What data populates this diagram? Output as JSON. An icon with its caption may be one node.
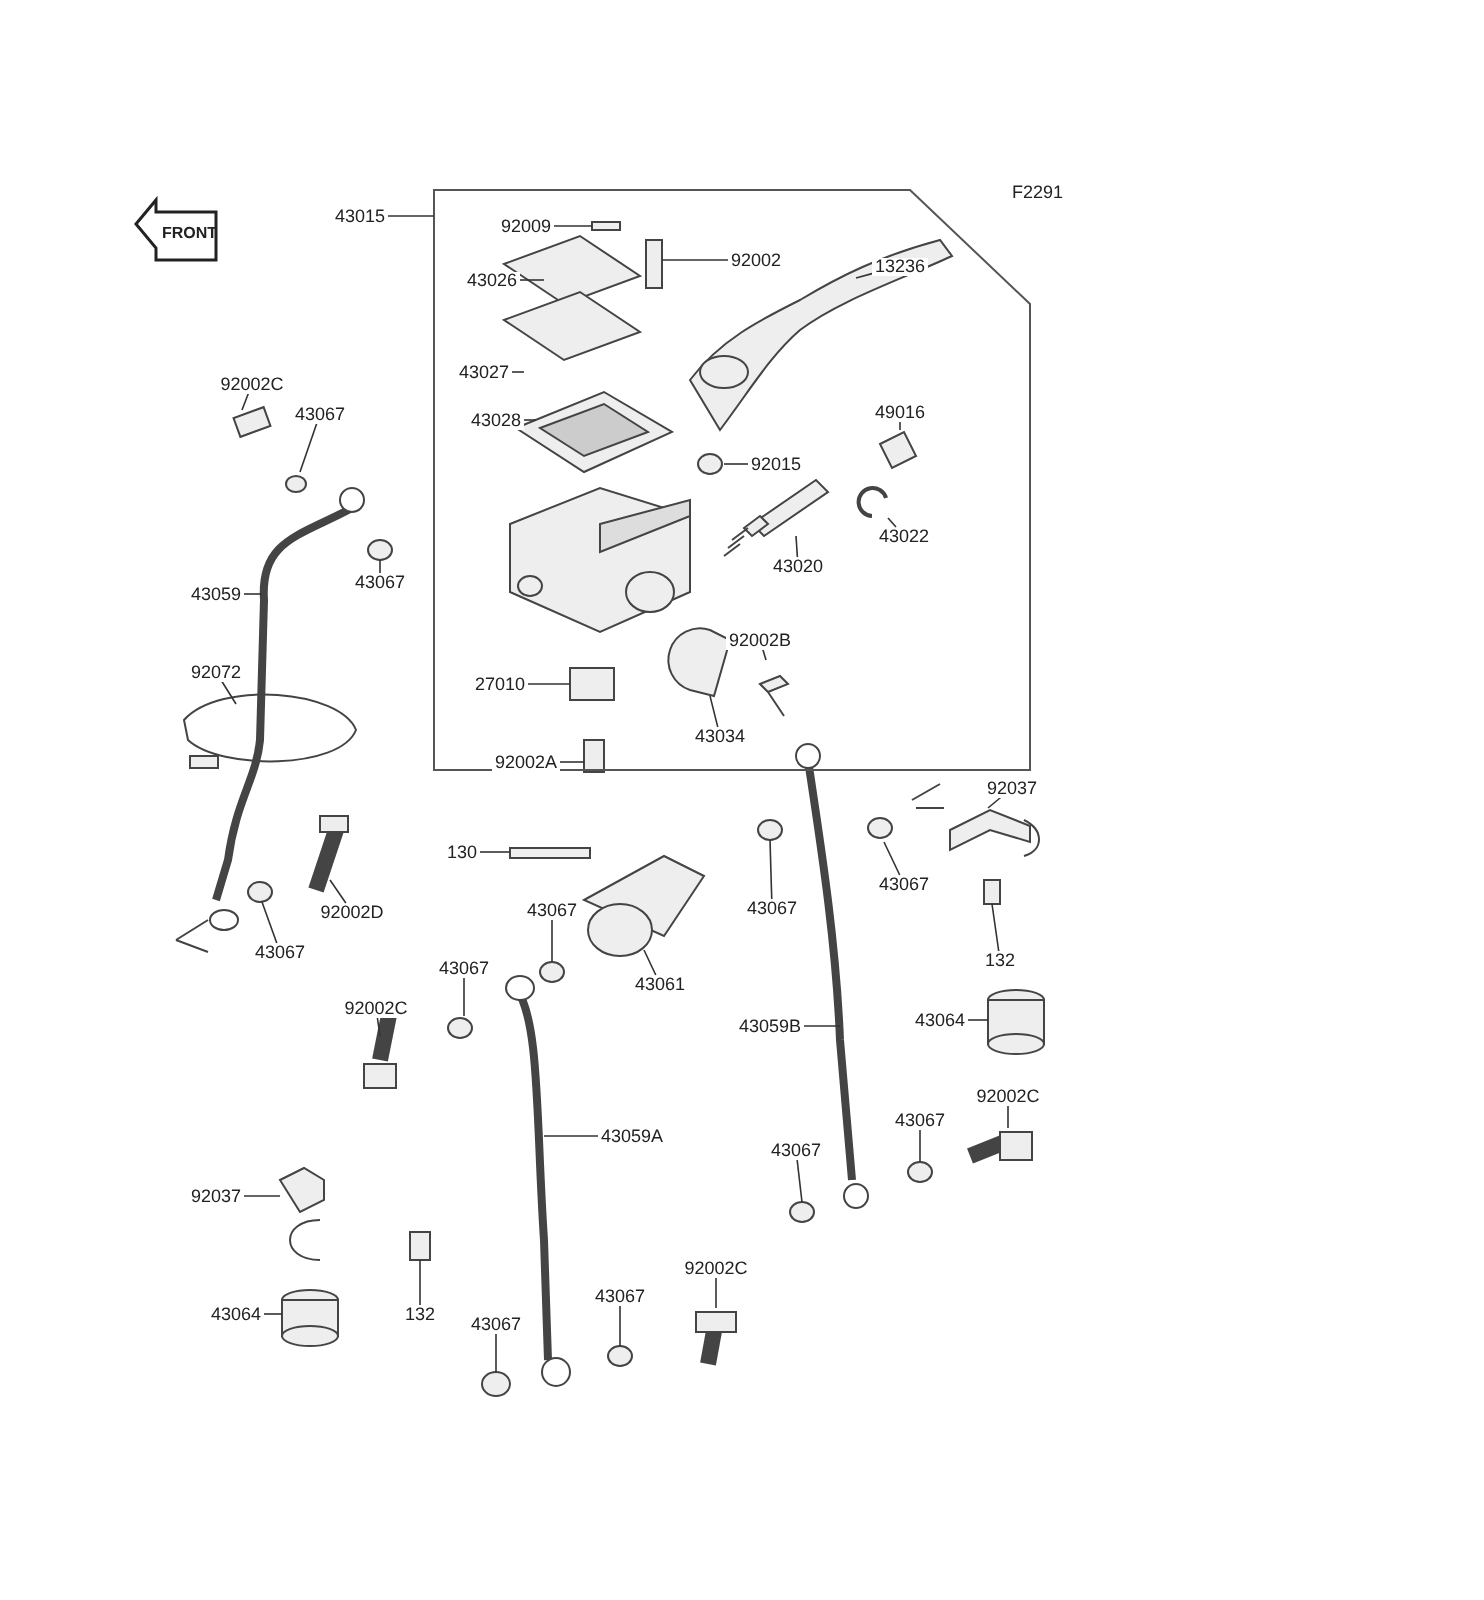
{
  "diagram": {
    "nodes": [
      {
        "text": [],
        "shape": "box"
      },
      {
        "text": [
          "92009"
        ],
        "in": 0
      },
      {
        "text": [
          "43026"
        ],
        "in": 0
      },
      {
        "text": [
          "92002"
        ],
        "in": 0
      },
      {
        "text": [
          "13236"
        ],
        "in": 0
      },
      {
        "text": [
          "43027"
        ],
        "in": 0
      },
      {
        "text": [
          "43028"
        ],
        "in": 0
      },
      {
        "text": [
          "49016"
        ],
        "in": 0
      },
      {
        "text": [
          "92015"
        ],
        "in": 0
      },
      {
        "text": [
          "43022"
        ],
        "in": 0
      },
      {
        "text": [
          "43020"
        ],
        "in": 0
      },
      {
        "text": [
          "92002B"
        ],
        "in": 0
      },
      {
        "text": [
          "27010"
        ],
        "in": 0
      },
      {
        "text": [
          "43034"
        ],
        "in": 0
      },
      {
        "text": [
          "92002A"
        ],
        "in": 0
      },
      {
        "text": [
          "43015"
        ]
      },
      {
        "text": [
          "92002C"
        ]
      },
      {
        "text": [
          "43067"
        ]
      },
      {
        "text": [
          "43067"
        ]
      },
      {
        "text": [
          "43059"
        ]
      },
      {
        "text": [
          "92072"
        ]
      },
      {
        "text": [
          "92037"
        ]
      },
      {
        "text": [
          "43067"
        ]
      },
      {
        "text": [
          "130"
        ]
      },
      {
        "text": [
          "43067"
        ]
      },
      {
        "text": [
          "92002D"
        ]
      },
      {
        "text": [
          "43067"
        ]
      },
      {
        "text": [
          "43067"
        ]
      },
      {
        "text": [
          "43067"
        ]
      },
      {
        "text": [
          "43061"
        ]
      },
      {
        "text": [
          "132"
        ]
      },
      {
        "text": [
          "92002C"
        ]
      },
      {
        "text": [
          "43064"
        ]
      },
      {
        "text": [
          "43059B"
        ]
      },
      {
        "text": [
          "92002C"
        ]
      },
      {
        "text": [
          "43067"
        ]
      },
      {
        "text": [
          "43059A"
        ]
      },
      {
        "text": [
          "43067"
        ]
      },
      {
        "text": [
          "92037"
        ]
      },
      {
        "text": [
          "92002C"
        ]
      },
      {
        "text": [
          "43067"
        ]
      },
      {
        "text": [
          "132"
        ]
      },
      {
        "text": [
          "43064"
        ]
      },
      {
        "text": [
          "43067"
        ]
      }
    ],
    "edges": [
      {
        "from": 1,
        "to": null,
        "arrow": "none"
      },
      {
        "from": 2,
        "to": null,
        "arrow": "none"
      },
      {
        "from": 3,
        "to": null,
        "arrow": "none"
      },
      {
        "from": 4,
        "to": null,
        "arrow": "none"
      },
      {
        "from": 5,
        "to": null,
        "arrow": "none"
      },
      {
        "from": 6,
        "to": null,
        "arrow": "none"
      },
      {
        "from": 7,
        "to": null,
        "arrow": "none"
      },
      {
        "from": 8,
        "to": null,
        "arrow": "none"
      },
      {
        "from": 9,
        "to": null,
        "arrow": "none"
      },
      {
        "from": 10,
        "to": null,
        "arrow": "none"
      },
      {
        "from": 11,
        "to": null,
        "arrow": "none"
      },
      {
        "from": 12,
        "to": null,
        "arrow": "none"
      },
      {
        "from": 13,
        "to": null,
        "arrow": "none"
      },
      {
        "from": 14,
        "to": null,
        "arrow": "none"
      },
      {
        "from": 15,
        "to": 0,
        "arrow": "none"
      },
      {
        "from": 16,
        "to": null,
        "arrow": "none"
      },
      {
        "from": 17,
        "to": null,
        "arrow": "none"
      },
      {
        "from": 18,
        "to": null,
        "arrow": "none"
      },
      {
        "from": 19,
        "to": null,
        "arrow": "none"
      },
      {
        "from": 20,
        "to": null,
        "arrow": "none"
      },
      {
        "from": 21,
        "to": null,
        "arrow": "none"
      },
      {
        "from": 22,
        "to": null,
        "arrow": "none"
      },
      {
        "from": 23,
        "to": null,
        "arrow": "none"
      },
      {
        "from": 24,
        "to": null,
        "arrow": "none"
      },
      {
        "from": 25,
        "to": null,
        "arrow": "none"
      },
      {
        "from": 26,
        "to": null,
        "arrow": "none"
      },
      {
        "from": 27,
        "to": null,
        "arrow": "none"
      },
      {
        "from": 28,
        "to": null,
        "arrow": "none"
      },
      {
        "from": 29,
        "to": null,
        "arrow": "none"
      },
      {
        "from": 30,
        "to": null,
        "arrow": "none"
      },
      {
        "from": 31,
        "to": null,
        "arrow": "none"
      },
      {
        "from": 32,
        "to": null,
        "arrow": "none"
      },
      {
        "from": 33,
        "to": null,
        "arrow": "none"
      },
      {
        "from": 34,
        "to": null,
        "arrow": "none"
      },
      {
        "from": 35,
        "to": null,
        "arrow": "none"
      },
      {
        "from": 36,
        "to": null,
        "arrow": "none"
      },
      {
        "from": 37,
        "to": null,
        "arrow": "none"
      },
      {
        "from": 38,
        "to": null,
        "arrow": "none"
      },
      {
        "from": 39,
        "to": null,
        "arrow": "none"
      },
      {
        "from": 40,
        "to": null,
        "arrow": "none"
      },
      {
        "from": 41,
        "to": null,
        "arrow": "none"
      },
      {
        "from": 42,
        "to": null,
        "arrow": "none"
      },
      {
        "from": 43,
        "to": null,
        "arrow": "none"
      }
    ],
    "labels": [
      "F2291",
      "FRONT"
    ]
  }
}
